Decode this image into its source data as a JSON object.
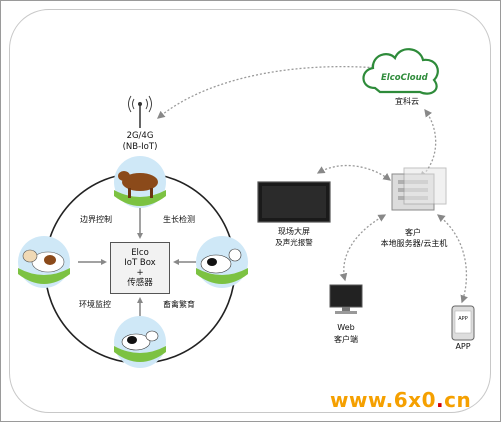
{
  "network": {
    "label_line1": "2G/4G",
    "label_line2": "(NB-IoT)"
  },
  "cloud": {
    "logo_text": "ElcoCloud",
    "label": "宜科云"
  },
  "center": {
    "line1": "Elco",
    "line2": "IoT Box",
    "line3": "+",
    "line4": "传感器"
  },
  "cycle_labels": {
    "top_left": "边界控制",
    "top_right": "生长检测",
    "bottom_left": "环境监控",
    "bottom_right": "畜禽繁育"
  },
  "screen": {
    "line1": "现场大屏",
    "line2": "及声光报警"
  },
  "server": {
    "line1": "客户",
    "line2": "本地服务器/云主机"
  },
  "web": {
    "line1": "Web",
    "line2": "客户端"
  },
  "app": {
    "device_text": "APP",
    "label": "APP"
  },
  "watermark": {
    "prefix": "www.",
    "main": "6x0",
    "dot": ".",
    "suffix": "cn"
  },
  "colors": {
    "cloud_green": "#2e8b3a",
    "watermark_orange": "#f5a000",
    "grass": "#7cc242",
    "sky": "#cfe8f7"
  }
}
